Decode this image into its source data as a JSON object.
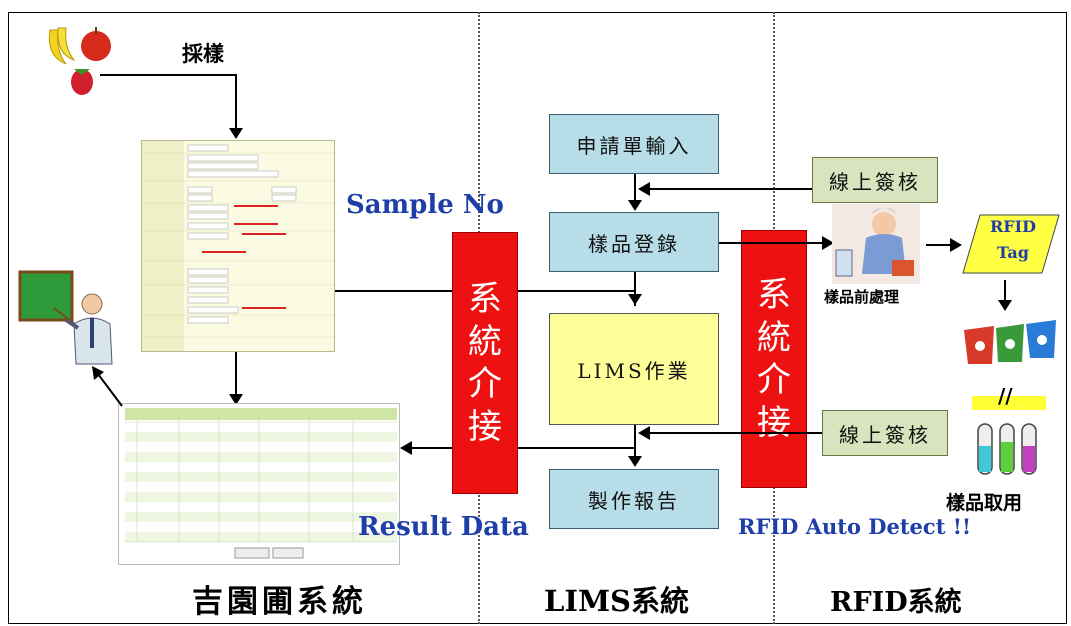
{
  "labels": {
    "sampling": "採樣",
    "sample_no": "Sample No",
    "result_data": "Result Data",
    "rfid_auto_detect": "RFID Auto Detect !!",
    "sample_pretreat": "樣品前處理",
    "sample_take": "樣品取用",
    "rfid_tag_line1": "RFID",
    "rfid_tag_line2": "Tag"
  },
  "boxes": {
    "application_input": "申請單輸入",
    "sample_register": "樣品登錄",
    "lims_operation": "LIMS作業",
    "make_report": "製作報告",
    "online_signoff_top": "線上簽核",
    "online_signoff_bottom": "線上簽核"
  },
  "interfaces": {
    "left": [
      "系",
      "統",
      "介",
      "接"
    ],
    "right": [
      "系",
      "統",
      "介",
      "接"
    ]
  },
  "sections": {
    "left": "吉園圃系統",
    "middle": "LIMS系統",
    "right": "RFID系統"
  },
  "colors": {
    "box_blue": "#b7dde8",
    "box_green": "#d7e4bd",
    "box_yellow": "#ffff99",
    "interface_red": "#ee1111",
    "label_blue": "#1f3fa8"
  }
}
